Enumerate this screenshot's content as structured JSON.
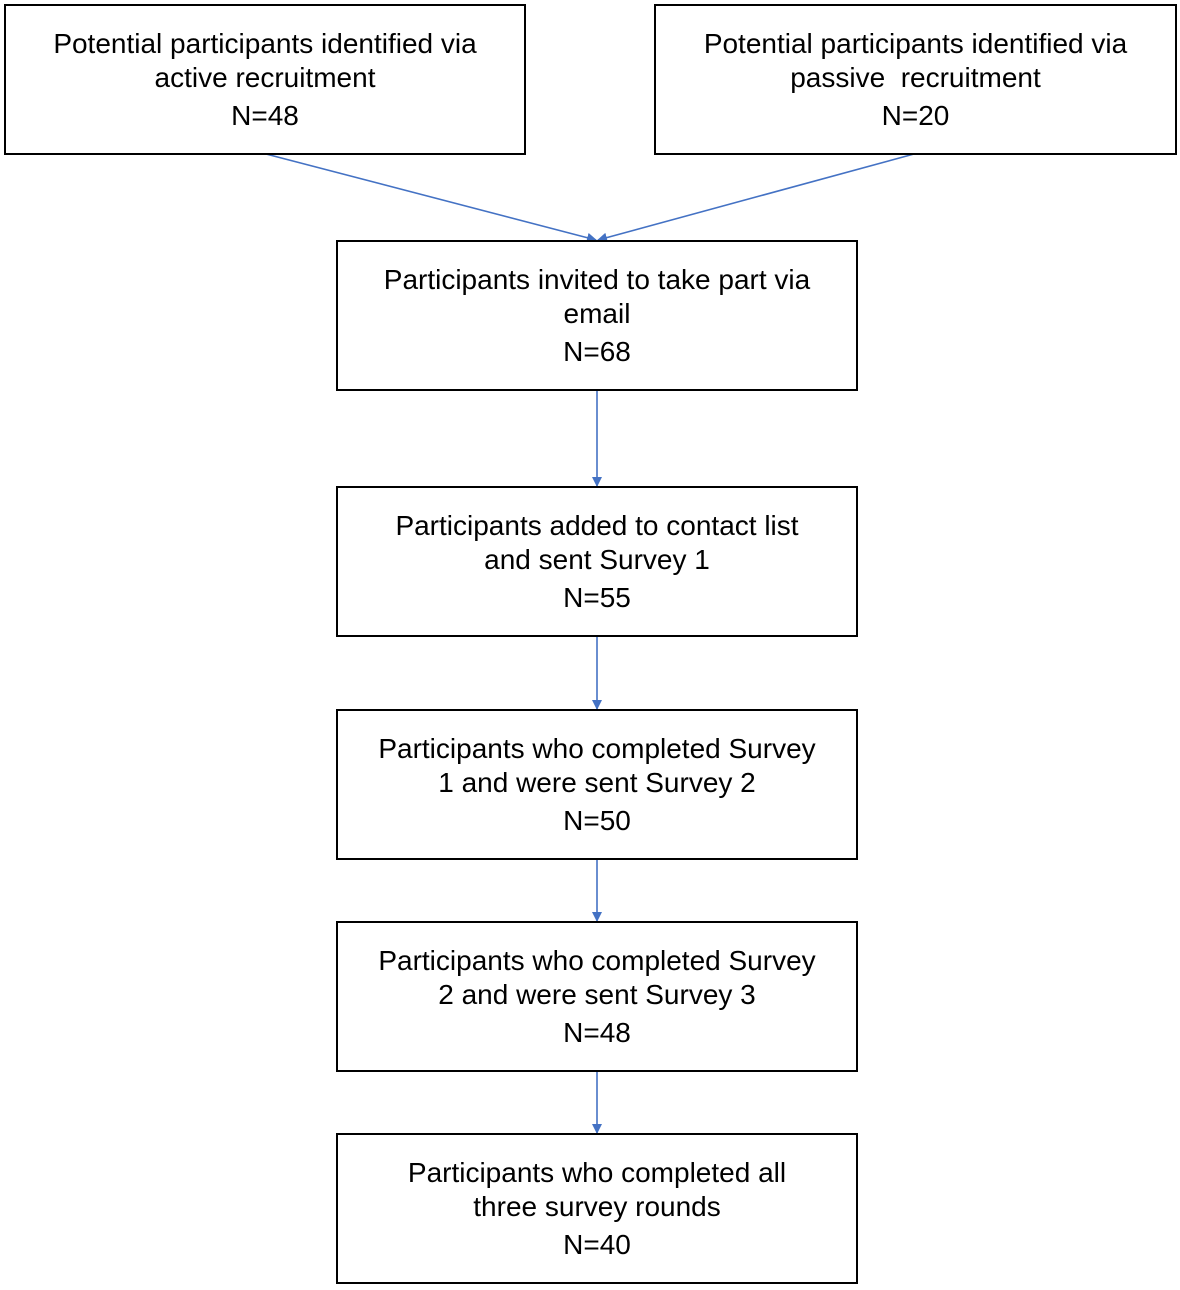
{
  "colors": {
    "connector": "#4472C4",
    "border": "#000000",
    "text": "#000000"
  },
  "boxes": {
    "active": {
      "lines": [
        "Potential participants identified via",
        "active recruitment"
      ],
      "count": "N=48"
    },
    "passive": {
      "lines": [
        "Potential participants identified via",
        "passive  recruitment"
      ],
      "count": "N=20"
    },
    "invited": {
      "lines": [
        "Participants invited to take part via",
        "email"
      ],
      "count": "N=68"
    },
    "contact": {
      "lines": [
        "Participants added to contact list",
        "and sent Survey 1"
      ],
      "count": "N=55"
    },
    "survey1": {
      "lines": [
        "Participants who completed Survey",
        "1 and were sent Survey 2"
      ],
      "count": "N=50"
    },
    "survey2": {
      "lines": [
        "Participants who completed Survey",
        "2 and were sent Survey 3"
      ],
      "count": "N=48"
    },
    "all": {
      "lines": [
        "Participants who completed all",
        "three survey rounds"
      ],
      "count": "N=40"
    }
  }
}
